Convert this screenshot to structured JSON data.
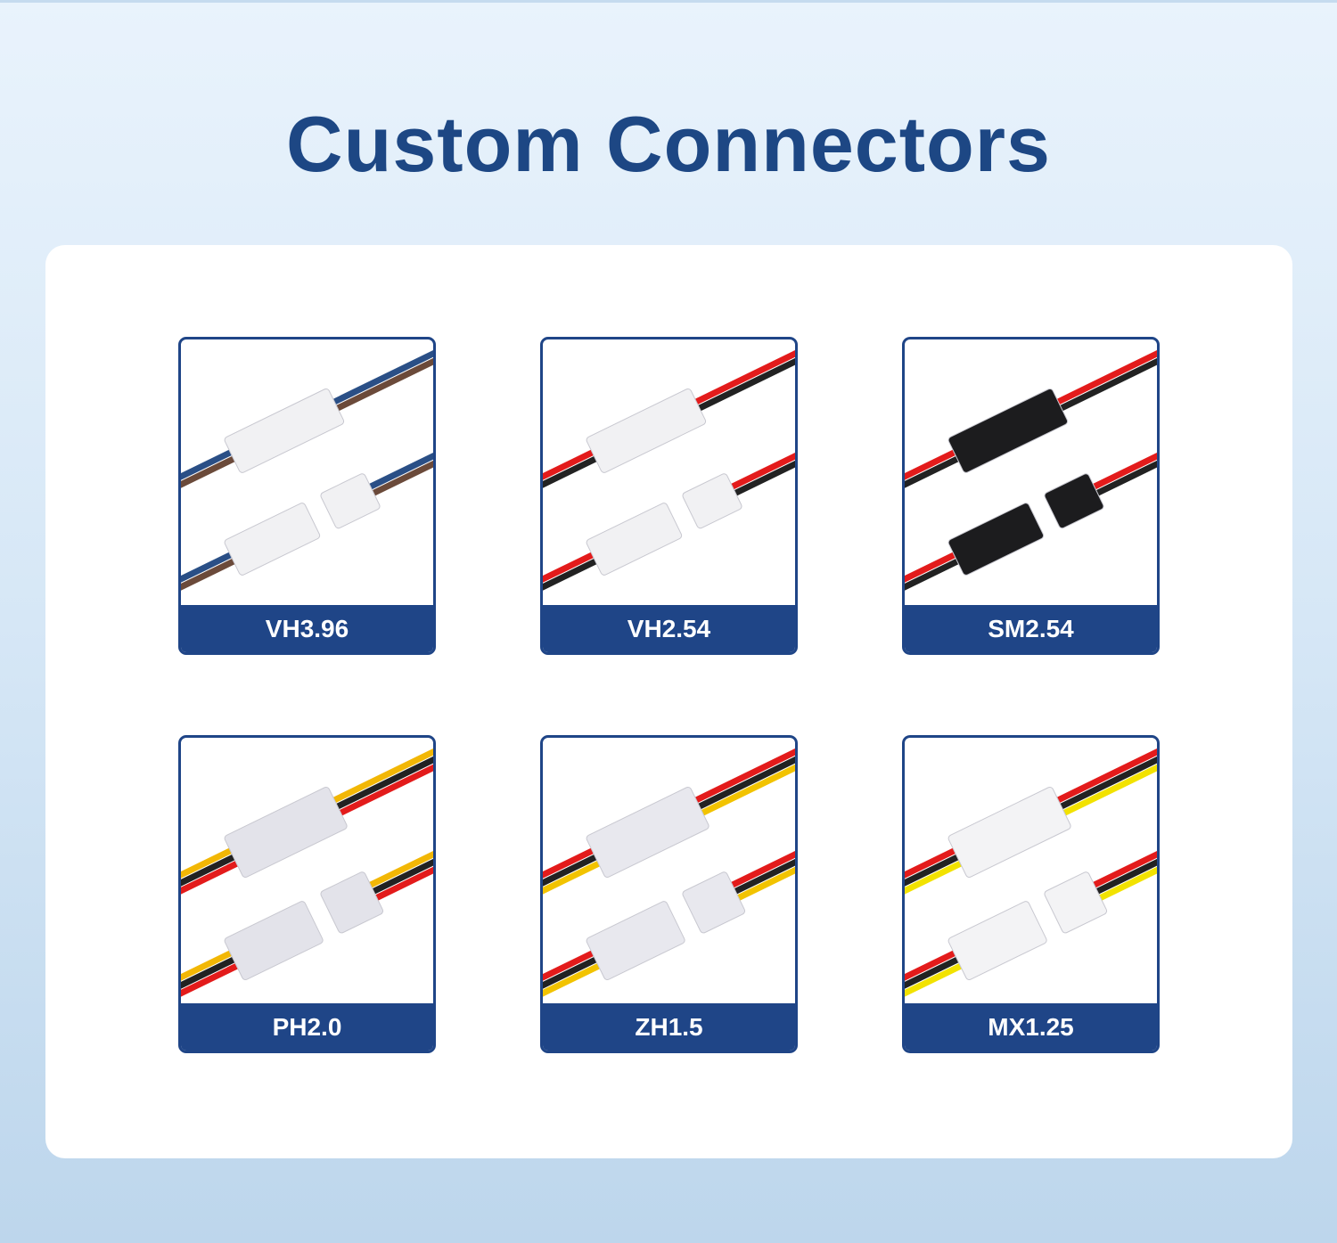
{
  "title": "Custom Connectors",
  "cards": [
    {
      "label": "VH3.96",
      "wires": [
        "#2a4f86",
        "#6b4a3a"
      ],
      "housing": "#f1f1f3"
    },
    {
      "label": "VH2.54",
      "wires": [
        "#e31b1b",
        "#222222"
      ],
      "housing": "#f1f1f3"
    },
    {
      "label": "SM2.54",
      "wires": [
        "#e31b1b",
        "#222222"
      ],
      "housing": "#1c1c1e"
    },
    {
      "label": "PH2.0",
      "wires": [
        "#f2b705",
        "#222222",
        "#e31b1b"
      ],
      "housing": "#e3e3ea"
    },
    {
      "label": "ZH1.5",
      "wires": [
        "#e31b1b",
        "#222222",
        "#f2c300"
      ],
      "housing": "#e8e8ee"
    },
    {
      "label": "MX1.25",
      "wires": [
        "#e31b1b",
        "#222222",
        "#f2e200"
      ],
      "housing": "#f3f3f5"
    }
  ]
}
